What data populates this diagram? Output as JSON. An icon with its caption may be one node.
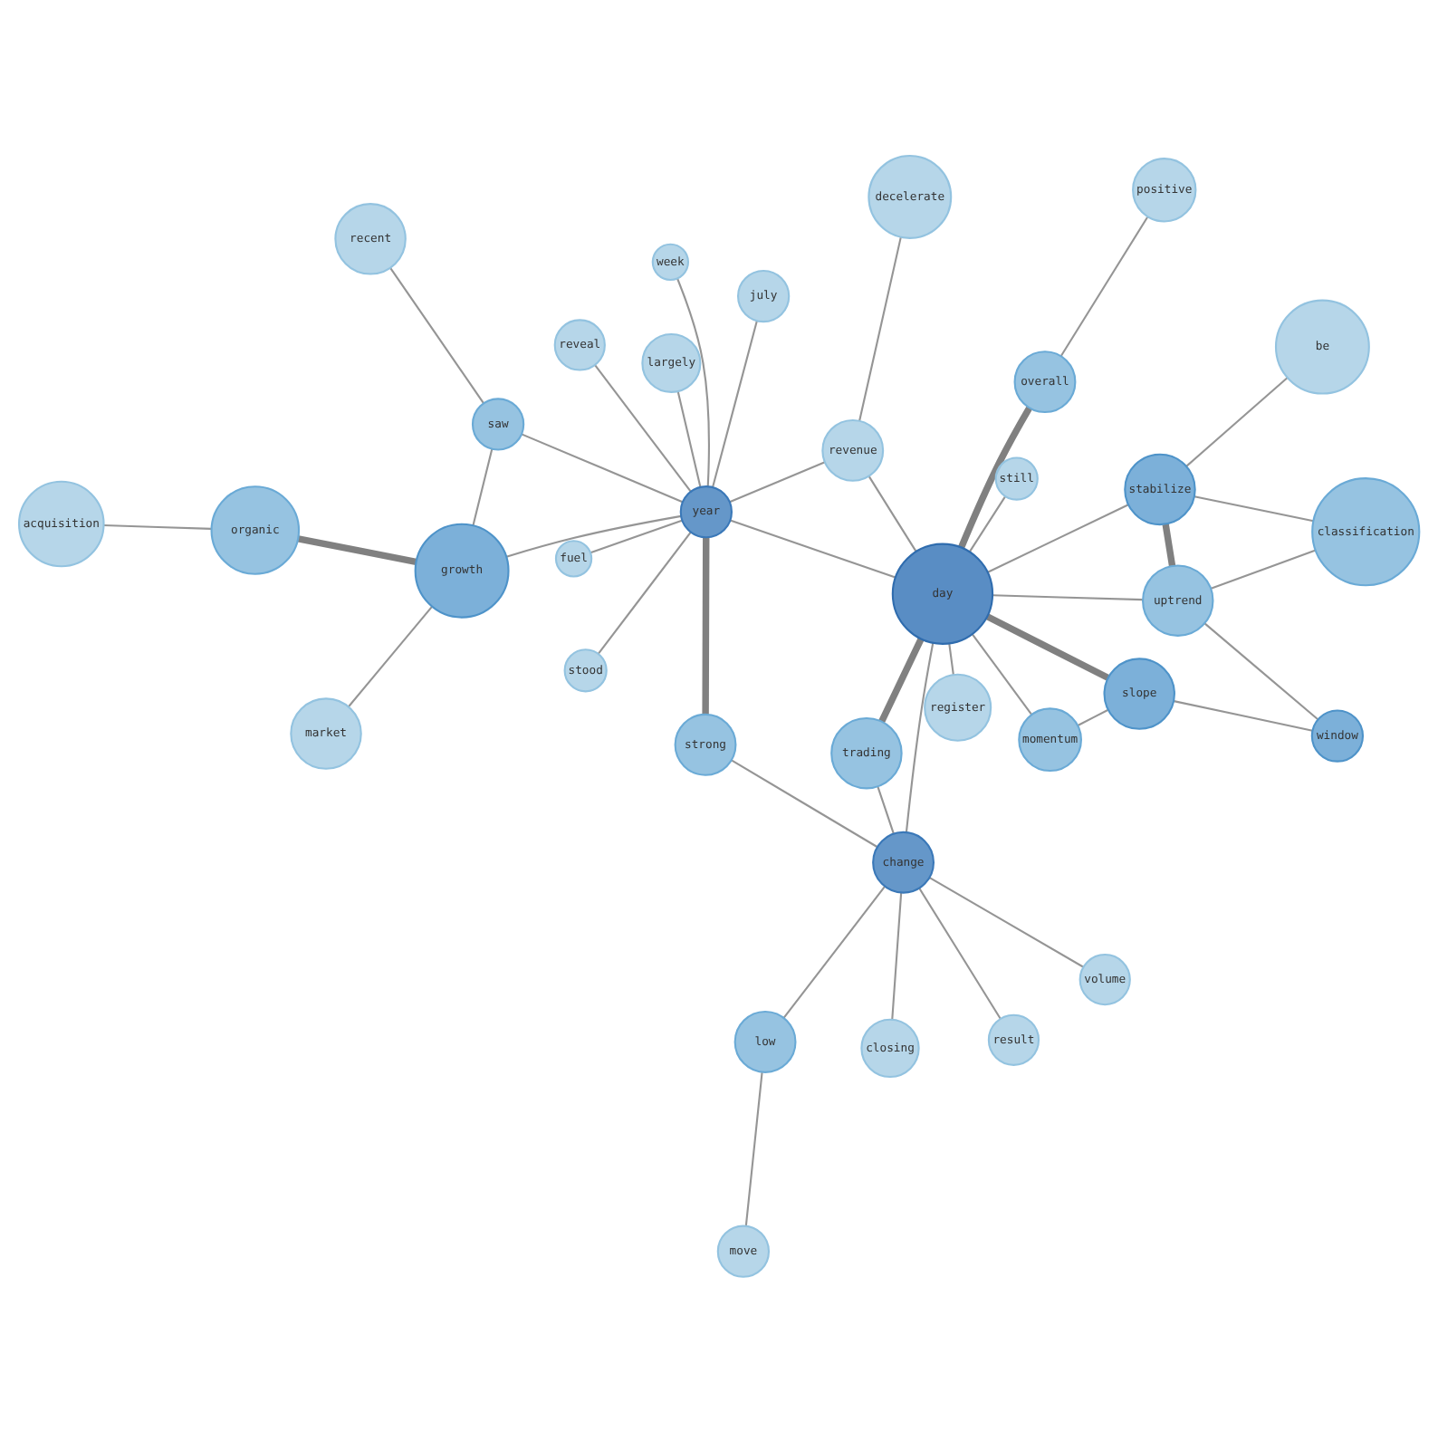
{
  "diagram": {
    "nodes": [
      {
        "text": [
          "stood"
        ]
      },
      {
        "text": [
          "largely"
        ]
      },
      {
        "text": [
          "organic"
        ]
      },
      {
        "text": [
          "recent"
        ]
      },
      {
        "text": [
          "market"
        ]
      },
      {
        "text": [
          "fuel"
        ]
      },
      {
        "text": [
          "closing"
        ]
      },
      {
        "text": [
          "volume"
        ]
      },
      {
        "text": [
          "growth"
        ]
      },
      {
        "text": [
          "momentum"
        ]
      },
      {
        "text": [
          "saw"
        ]
      },
      {
        "text": [
          "slope"
        ]
      },
      {
        "text": [
          "classification"
        ]
      },
      {
        "text": [
          "july"
        ]
      },
      {
        "text": [
          "strong"
        ]
      },
      {
        "text": [
          "year"
        ]
      },
      {
        "text": [
          "stabilize"
        ]
      },
      {
        "text": [
          "be"
        ]
      },
      {
        "text": [
          "reveal"
        ]
      },
      {
        "text": [
          "change"
        ]
      },
      {
        "text": [
          "acquisition"
        ]
      },
      {
        "text": [
          "register"
        ]
      },
      {
        "text": [
          "day"
        ]
      },
      {
        "text": [
          "uptrend"
        ]
      },
      {
        "text": [
          "trading"
        ]
      },
      {
        "text": [
          "window"
        ]
      },
      {
        "text": [
          "positive"
        ]
      },
      {
        "text": [
          "low"
        ]
      },
      {
        "text": [
          "result"
        ]
      },
      {
        "text": [
          "still"
        ]
      },
      {
        "text": [
          "week"
        ]
      },
      {
        "text": [
          "revenue"
        ]
      },
      {
        "text": [
          "move"
        ]
      },
      {
        "text": [
          "overall"
        ]
      },
      {
        "text": [
          "decelerate"
        ]
      }
    ],
    "edges": [
      {
        "from": 0,
        "to": 15,
        "arrow": "none"
      },
      {
        "from": 1,
        "to": 15,
        "arrow": "none"
      },
      {
        "from": 2,
        "to": 8,
        "arrow": "none",
        "style": "thick"
      },
      {
        "from": 2,
        "to": 20,
        "arrow": "none"
      },
      {
        "from": 3,
        "to": 10,
        "arrow": "none"
      },
      {
        "from": 4,
        "to": 8,
        "arrow": "none"
      },
      {
        "from": 5,
        "to": 15,
        "arrow": "none"
      },
      {
        "from": 7,
        "to": 19,
        "arrow": "none"
      },
      {
        "from": 8,
        "to": 15,
        "arrow": "none"
      },
      {
        "from": 8,
        "to": 10,
        "arrow": "none"
      },
      {
        "from": 9,
        "to": 11,
        "arrow": "none"
      },
      {
        "from": 9,
        "to": 22,
        "arrow": "none"
      },
      {
        "from": 10,
        "to": 15,
        "arrow": "none"
      },
      {
        "from": 11,
        "to": 22,
        "arrow": "none",
        "style": "thick"
      },
      {
        "from": 11,
        "to": 25,
        "arrow": "none"
      },
      {
        "from": 13,
        "to": 15,
        "arrow": "none"
      },
      {
        "from": 14,
        "to": 15,
        "arrow": "none",
        "style": "thick"
      },
      {
        "from": 15,
        "to": 18,
        "arrow": "none"
      },
      {
        "from": 16,
        "to": 12,
        "arrow": "none"
      },
      {
        "from": 17,
        "to": 16,
        "arrow": "none"
      },
      {
        "from": 16,
        "to": 23,
        "arrow": "none",
        "style": "thick"
      },
      {
        "from": 16,
        "to": 22,
        "arrow": "none"
      },
      {
        "from": 19,
        "to": 6,
        "arrow": "none"
      },
      {
        "from": 19,
        "to": 14,
        "arrow": "none"
      },
      {
        "from": 19,
        "to": 24,
        "arrow": "none"
      },
      {
        "from": 19,
        "to": 27,
        "arrow": "none"
      },
      {
        "from": 21,
        "to": 22,
        "arrow": "none"
      },
      {
        "from": 22,
        "to": 15,
        "arrow": "none"
      },
      {
        "from": 22,
        "to": 19,
        "arrow": "none"
      },
      {
        "from": 22,
        "to": 23,
        "arrow": "none"
      },
      {
        "from": 22,
        "to": 24,
        "arrow": "none",
        "style": "thick"
      },
      {
        "from": 23,
        "to": 12,
        "arrow": "none"
      },
      {
        "from": 25,
        "to": 23,
        "arrow": "none"
      },
      {
        "from": 26,
        "to": 33,
        "arrow": "none"
      },
      {
        "from": 27,
        "to": 32,
        "arrow": "none"
      },
      {
        "from": 28,
        "to": 19,
        "arrow": "none"
      },
      {
        "from": 29,
        "to": 22,
        "arrow": "none"
      },
      {
        "from": 30,
        "to": 15,
        "arrow": "none"
      },
      {
        "from": 22,
        "to": 31,
        "arrow": "none"
      },
      {
        "from": 31,
        "to": 15,
        "arrow": "none"
      },
      {
        "from": 31,
        "to": 34,
        "arrow": "none"
      },
      {
        "from": 22,
        "to": 33,
        "arrow": "none",
        "style": "thick"
      }
    ]
  }
}
